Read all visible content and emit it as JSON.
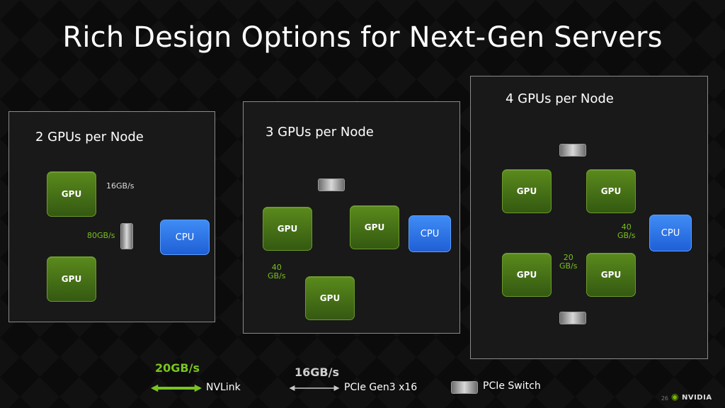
{
  "title": "Rich Design Options for Next-Gen Servers",
  "colors": {
    "nvlink": "#7ac41f",
    "pcie": "#c8c8c8",
    "gpu": "#4a7a18",
    "cpu": "#2f74e8"
  },
  "panels": {
    "two": {
      "title": "2 GPUs per Node",
      "gpu_label": "GPU",
      "cpu_label": "CPU",
      "pcie_bw": "16GB/s",
      "nvlink_bw": "80GB/s"
    },
    "three": {
      "title": "3 GPUs per Node",
      "gpu_label": "GPU",
      "cpu_label": "CPU",
      "nvlink_bw": "40\nGB/s"
    },
    "four": {
      "title": "4 GPUs per Node",
      "gpu_label": "GPU",
      "cpu_label": "CPU",
      "nvlink_bw_side": "40\nGB/s",
      "nvlink_bw_diag": "20\nGB/s"
    }
  },
  "legend": {
    "nvlink_bw": "20GB/s",
    "nvlink_label": "NVLink",
    "pcie_bw": "16GB/s",
    "pcie_label": "PCIe Gen3 x16",
    "switch_label": "PCIe Switch"
  },
  "footer": {
    "page_number": "26",
    "logo_text": "NVIDIA"
  }
}
